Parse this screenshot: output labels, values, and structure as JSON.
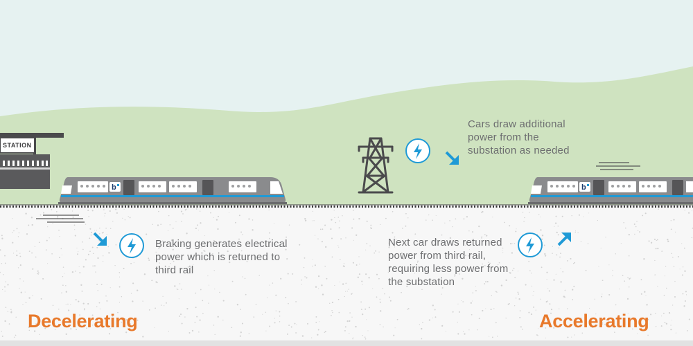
{
  "station": {
    "label": "STATION"
  },
  "captions": {
    "braking": "Braking generates electrical power which is returned to third rail",
    "substation": "Cars draw additional power from the substation as needed",
    "next_car": "Next car draws returned power from third rail, requiring less power from the substation"
  },
  "headings": {
    "left": "Decelerating",
    "right": "Accelerating"
  },
  "trains": [
    {
      "logo": "b"
    },
    {
      "logo": "b"
    }
  ],
  "colors": {
    "sky": "#e6f2f1",
    "hills": "#cfe3c0",
    "ground": "#f7f7f7",
    "accent_blue": "#1f9ad6",
    "heading_orange": "#e8792b",
    "train_gray": "#8a8b8d",
    "text_gray": "#6d6e70"
  },
  "icons": [
    "lightning-bolt-icon",
    "arrow-down-right-icon",
    "arrow-up-right-icon",
    "transmission-tower-icon",
    "station-building-icon"
  ]
}
